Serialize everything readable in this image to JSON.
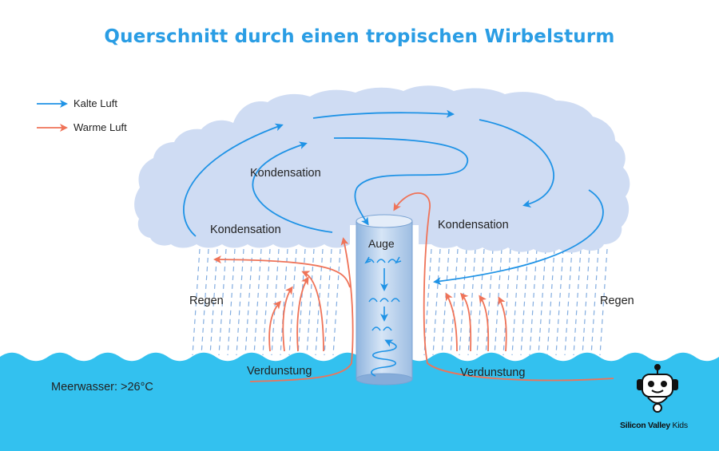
{
  "title": "Querschnitt durch einen tropischen Wirbelsturm",
  "legend": {
    "cold": "Kalte Luft",
    "warm": "Warme Luft"
  },
  "labels": {
    "kondensation_left_top": "Kondensation",
    "kondensation_left_bottom": "Kondensation",
    "kondensation_right": "Kondensation",
    "auge": "Auge",
    "regen_left": "Regen",
    "regen_right": "Regen",
    "verdunstung_left": "Verdunstung",
    "verdunstung_right": "Verdunstung",
    "meerwasser": "Meerwasser: >26°C"
  },
  "logo": {
    "name": "Silicon Valley",
    "suffix": "Kids"
  },
  "colors": {
    "cold_air": "#1f93e6",
    "warm_air": "#ef7358",
    "cloud": "#cfdcf3",
    "sea": "#33c1ef",
    "title": "#2a9de4"
  }
}
